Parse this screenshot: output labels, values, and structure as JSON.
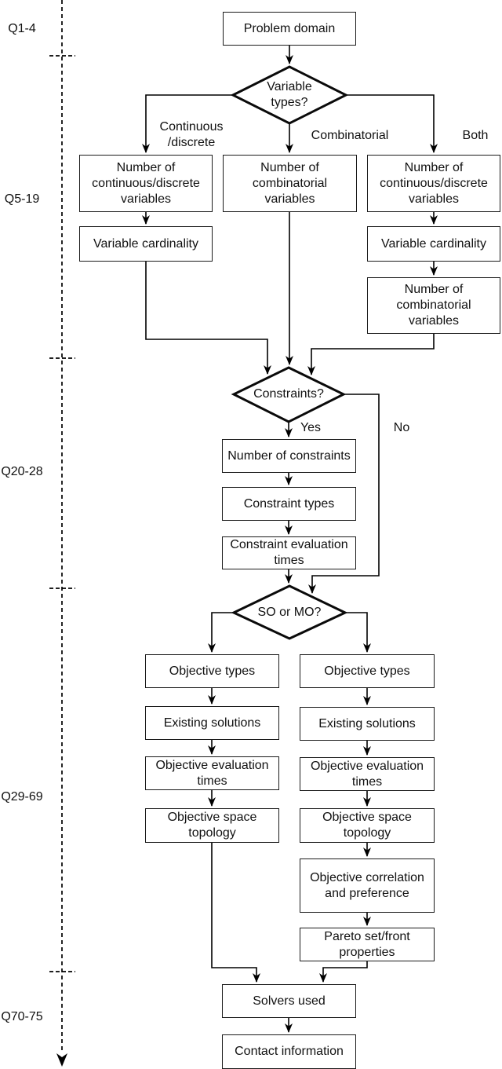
{
  "colors": {
    "line": "#000000",
    "box_fill": "#ffffff",
    "background": "#ffffff",
    "text": "#111111"
  },
  "sections": {
    "q1_4": "Q1-4",
    "q5_19": "Q5-19",
    "q20_28": "Q20-28",
    "q29_69": "Q29-69",
    "q70_75": "Q70-75"
  },
  "decisions": {
    "variable_types": "Variable\ntypes?",
    "constraints": "Constraints?",
    "so_or_mo": "SO or MO?"
  },
  "edge_labels": {
    "continuous_discrete": "Continuous\n/discrete",
    "combinatorial": "Combinatorial",
    "both": "Both",
    "yes": "Yes",
    "no": "No"
  },
  "nodes": {
    "problem_domain": "Problem domain",
    "num_cont_disc_vars": "Number of\ncontinuous/discrete\nvariables",
    "num_comb_vars": "Number of\ncombinatorial\nvariables",
    "variable_cardinality": "Variable cardinality",
    "number_of_constraints": "Number of constraints",
    "constraint_types": "Constraint types",
    "constraint_eval_times": "Constraint evaluation\ntimes",
    "objective_types": "Objective types",
    "existing_solutions": "Existing solutions",
    "objective_eval_times": "Objective evaluation\ntimes",
    "objective_space_topology": "Objective space\ntopology",
    "objective_corr_pref": "Objective correlation\nand preference",
    "pareto_properties": "Pareto set/front\nproperties",
    "solvers_used": "Solvers used",
    "contact_information": "Contact information"
  }
}
